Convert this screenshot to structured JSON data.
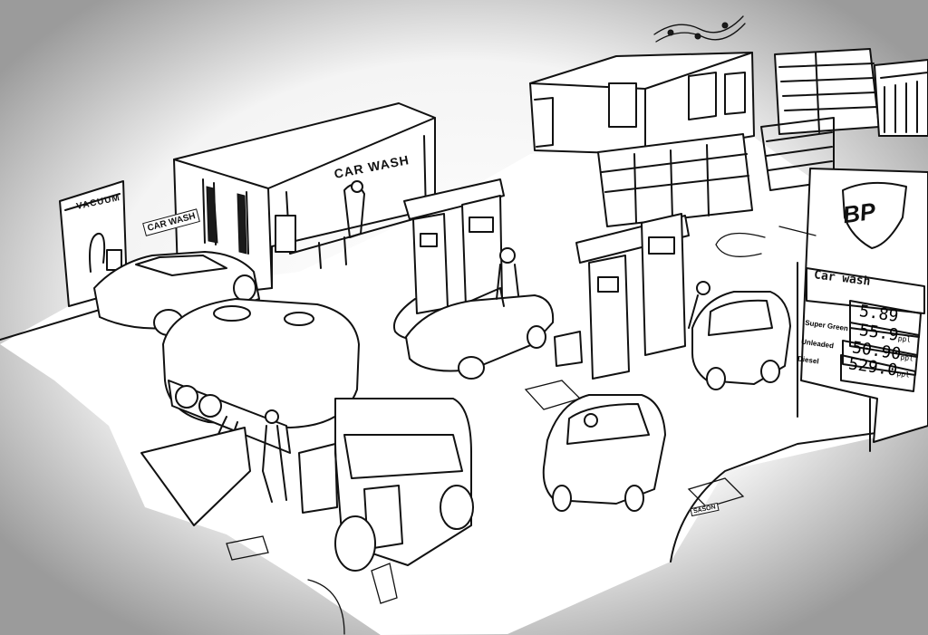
{
  "scene": {
    "carwash_building_sign": "CAR WASH",
    "carwash_arrow_sign": "CAR WASH",
    "vacuum_sign": "VACUUM",
    "brand_logo": "BP",
    "price_board": {
      "title": "Car wash",
      "rows": [
        {
          "name": "",
          "price": "5.89",
          "unit": ""
        },
        {
          "name": "Super Green",
          "price": "55.9",
          "unit": "ppl"
        },
        {
          "name": "Unleaded",
          "price": "50.90",
          "unit": "ppl"
        },
        {
          "name": "Diesel",
          "price": "529.0",
          "unit": "ppl"
        }
      ]
    },
    "artist_signature": "SASON"
  }
}
